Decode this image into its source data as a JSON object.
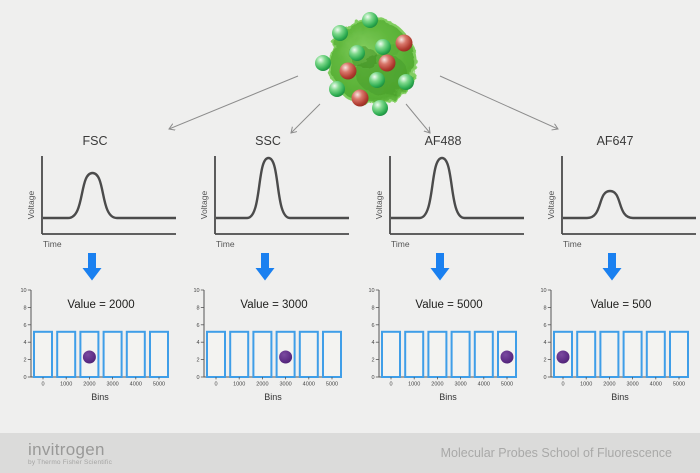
{
  "colors": {
    "background": "#efefee",
    "footer_background": "#dbdbda",
    "line_gray": "#4b4b4b",
    "connector_gray": "#8c8c8c",
    "arrow_blue": "#1a80f0",
    "bar_outline_blue": "#3f9ee8",
    "bar_fill": "#f3f3f1",
    "dot_purple": "#5d2c85",
    "cell_green": "#62b83e",
    "bead_green": "#2fae52",
    "bead_red": "#b03c30"
  },
  "chart_data": {
    "panels": [
      {
        "label": "FSC",
        "pulse": {
          "type": "line",
          "ylabel": "Voltage",
          "xlabel": "Time",
          "relative_pulse": "medium",
          "amplitude": 45,
          "center": 67.5,
          "half_width": 24.5
        },
        "histogram": {
          "type": "bar",
          "title": "Value = 2000",
          "value": 2000,
          "xlabel": "Bins",
          "ylim": [
            0,
            10
          ],
          "yticks": [
            0,
            2,
            4,
            6,
            8,
            10
          ],
          "bin_labels": [
            "0",
            "1000",
            "2000",
            "3000",
            "4000",
            "5000"
          ],
          "bar_heights": [
            5.2,
            5.2,
            5.2,
            5.2,
            5.2,
            5.2
          ],
          "dot": {
            "bin_label": "2000",
            "bin_index": 2,
            "y": 2.3
          }
        }
      },
      {
        "label": "SSC",
        "pulse": {
          "type": "line",
          "ylabel": "Voltage",
          "xlabel": "Time",
          "relative_pulse": "tall",
          "amplitude": 60,
          "center": 70.5,
          "half_width": 21.5
        },
        "histogram": {
          "type": "bar",
          "title": "Value = 3000",
          "value": 3000,
          "xlabel": "Bins",
          "ylim": [
            0,
            10
          ],
          "yticks": [
            0,
            2,
            4,
            6,
            8,
            10
          ],
          "bin_labels": [
            "0",
            "1000",
            "2000",
            "3000",
            "4000",
            "5000"
          ],
          "bar_heights": [
            5.2,
            5.2,
            5.2,
            5.2,
            5.2,
            5.2
          ],
          "dot": {
            "bin_label": "3000",
            "bin_index": 3,
            "y": 2.3
          }
        }
      },
      {
        "label": "AF488",
        "pulse": {
          "type": "line",
          "ylabel": "Voltage",
          "xlabel": "Time",
          "relative_pulse": "tall",
          "amplitude": 60,
          "center": 69,
          "half_width": 22.5
        },
        "histogram": {
          "type": "bar",
          "title": "Value = 5000",
          "value": 5000,
          "xlabel": "Bins",
          "ylim": [
            0,
            10
          ],
          "yticks": [
            0,
            2,
            4,
            6,
            8,
            10
          ],
          "bin_labels": [
            "0",
            "1000",
            "2000",
            "3000",
            "4000",
            "5000"
          ],
          "bar_heights": [
            5.2,
            5.2,
            5.2,
            5.2,
            5.2,
            5.2
          ],
          "dot": {
            "bin_label": "5000",
            "bin_index": 5,
            "y": 2.3
          }
        }
      },
      {
        "label": "AF647",
        "pulse": {
          "type": "line",
          "ylabel": "Voltage",
          "xlabel": "Time",
          "relative_pulse": "small",
          "amplitude": 27,
          "center": 65,
          "half_width": 23
        },
        "histogram": {
          "type": "bar",
          "title": "Value = 500",
          "value": 500,
          "xlabel": "Bins",
          "ylim": [
            0,
            10
          ],
          "yticks": [
            0,
            2,
            4,
            6,
            8,
            10
          ],
          "bin_labels": [
            "0",
            "1000",
            "2000",
            "3000",
            "4000",
            "5000"
          ],
          "bar_heights": [
            5.2,
            5.2,
            5.2,
            5.2,
            5.2,
            5.2
          ],
          "dot": {
            "bin_label": "0",
            "bin_index": 0,
            "y": 2.3
          }
        }
      }
    ]
  },
  "footer": {
    "brand": "invitrogen",
    "brand_sub": "by Thermo Fisher Scientific",
    "title": "Molecular Probes School of Fluorescence"
  }
}
